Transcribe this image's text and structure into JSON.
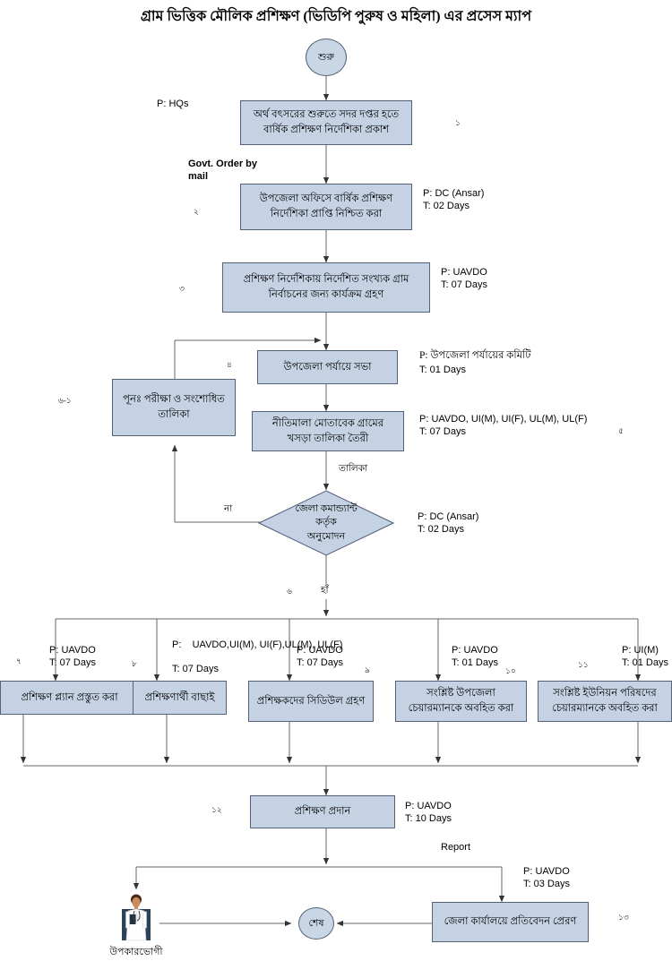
{
  "title": "গ্রাম ভিত্তিক মৌলিক প্রশিক্ষণ (ভিডিপি পুরুষ ও মহিলা) এর প্রসেস ম্যাপ",
  "colors": {
    "node_fill": "#c4d2e3",
    "node_stroke": "#55617a",
    "terminator_fill": "#c9d6e6",
    "line": "#555555",
    "background": "#ffffff"
  },
  "terminators": {
    "start": "শুরু",
    "end": "শেষ"
  },
  "nodes": [
    {
      "id": "n1",
      "number": "১",
      "text": "অর্ থ বৎসরের শুরুতে সদর দপ্তর হতে বার্ষিক প্রশিক্ষণ নির্দেশিকা প্রকাশ",
      "line1": "অর্থ বৎসরের শুরুতে সদর দপ্তর হতে",
      "line2": "বার্ষিক প্রশিক্ষণ নির্দেশিকা প্রকাশ",
      "performer": "P: HQs",
      "time": ""
    },
    {
      "id": "n2",
      "number": "২",
      "line1": "উপজেলা অফিসে বার্ষিক প্রশিক্ষণ",
      "line2": "নির্দেশিকা প্রাপ্তি নিশ্চিত করা",
      "performer": "P: DC (Ansar)",
      "time": "T: 02 Days"
    },
    {
      "id": "n3",
      "number": "৩",
      "line1": "প্রশিক্ষণ নির্দেশিকায় নির্দেশিত সংখ্যক গ্রাম",
      "line2": "নির্বাচনের জন্য কার্যক্রম গ্রহণ",
      "performer": "P: UAVDO",
      "time": "T: 07 Days"
    },
    {
      "id": "n4",
      "number": "৪",
      "line1": "উপজেলা পর্যায়ে  সভা",
      "line2": "",
      "performer": "P: উপজেলা পর্যায়ের কমিটি",
      "time": "T: 01 Days"
    },
    {
      "id": "n5",
      "number": "৫",
      "line1": "নীতিমালা মোতাবেক গ্রামের",
      "line2": "খসড়া তালিকা তৈরী",
      "performer": "P: UAVDO, UI(M), UI(F), UL(M), UL(F)",
      "time": "T: 07 Days"
    },
    {
      "id": "n6_1",
      "number": "৬-১",
      "line1": "পূনঃ পরীক্ষা ও সংশোধিত",
      "line2": "তালিকা",
      "performer": "",
      "time": ""
    },
    {
      "id": "n7",
      "number": "৭",
      "line1": "প্রশিক্ষণ প্ল্যান প্রস্তুত করা",
      "line2": "",
      "performer": "P: UAVDO",
      "time": "T: 07 Days"
    },
    {
      "id": "n8",
      "number": "৮",
      "line1": "প্রশিক্ষণার্থী বাছাই",
      "line2": "",
      "performer": "P:    UAVDO,UI(M), UI(F),UL(M), UL(F)",
      "time": "T: 07 Days"
    },
    {
      "id": "n9",
      "number": "৯",
      "line1": "প্রশিক্ষকদের সিডিউল গ্রহণ",
      "line2": "",
      "performer": "P: UAVDO",
      "time": "T: 07 Days"
    },
    {
      "id": "n10",
      "number": "১০",
      "line1": "সংশ্লিষ্ট উপজেলা",
      "line2": "চেয়ারম্যানকে অবহিত করা",
      "performer": "P: UAVDO",
      "time": "T: 01 Days"
    },
    {
      "id": "n11",
      "number": "১১",
      "line1": "সংশ্লিষ্ট ইউনিয়ন পরিষদের",
      "line2": "চেয়ারম্যানকে অবহিত করা",
      "performer": "P: UI(M)",
      "time": "T: 01 Days"
    },
    {
      "id": "n12",
      "number": "১২",
      "line1": "প্রশিক্ষণ প্রদান",
      "line2": "",
      "performer": "P: UAVDO",
      "time": "T: 10 Days"
    },
    {
      "id": "n13",
      "number": "১৩",
      "line1": "জেলা কার্যালয়ে প্রতিবেদন প্রেরণ",
      "line2": "",
      "performer": "P: UAVDO",
      "time": "T: 03 Days"
    }
  ],
  "decision": {
    "id": "d6",
    "number": "৬",
    "line1": "জেলা কমান্ড্যান্ট",
    "line2": "কর্তৃক",
    "line3": "অনুমোদন",
    "performer": "P: DC (Ansar)",
    "time": "T: 02 Days",
    "yes_label": "হাঁ",
    "no_label": "না"
  },
  "edge_labels": {
    "govt_order": "Govt. Order by\nmail",
    "talika": "তালিকা",
    "report": "Report"
  },
  "beneficiary": {
    "caption": "উপকারভোগী",
    "icon": "person-icon"
  }
}
